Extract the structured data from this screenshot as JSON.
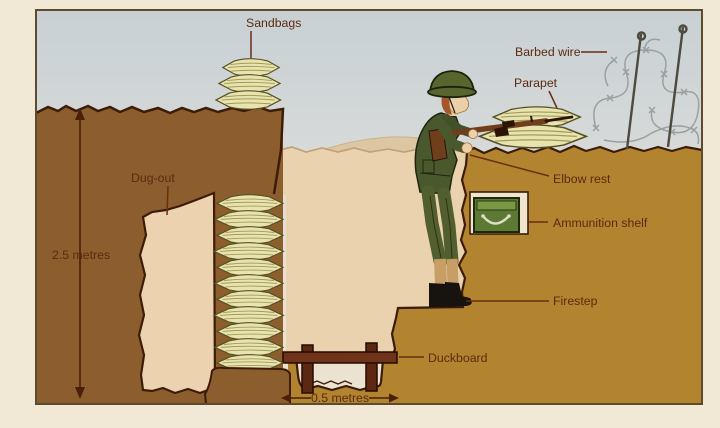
{
  "page": {
    "background": "#f1e9d6"
  },
  "diagram": {
    "description": "Cross-section diagram of a First World War front-line trench",
    "labels": {
      "sandbags": "Sandbags",
      "dug_out": "Dug-out",
      "barbed_wire": "Barbed wire",
      "parapet": "Parapet",
      "elbow_rest": "Elbow rest",
      "ammunition_shelf": "Ammunition shelf",
      "firestep": "Firestep",
      "duckboard": "Duckboard"
    },
    "measurements": {
      "depth": "2.5 metres",
      "width": "0.5 metres"
    },
    "colors": {
      "sky_top": "#c8d0d4",
      "sky_bottom": "#ece3d1",
      "earth_dark": "#8d5e2d",
      "earth_gold": "#b2842f",
      "trench_wall": "#e9d2ad",
      "sandbag": "#e9e3b2",
      "uniform_green": "#4a592d",
      "ammo_box_green": "#5c7a33",
      "wood_brown": "#6e3318",
      "outline": "#3c1c08",
      "label_text": "#5b2a11"
    }
  }
}
